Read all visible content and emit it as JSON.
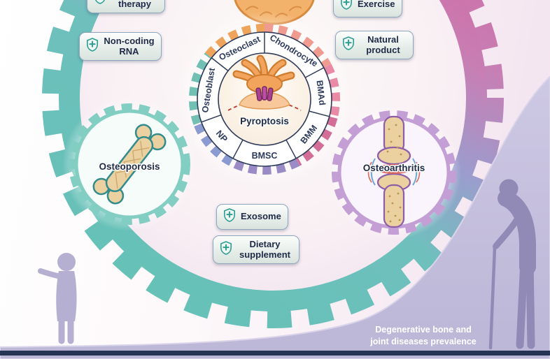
{
  "figure": {
    "caption_line1": "Degenerative bone and",
    "caption_line2": "joint diseases prevalence"
  },
  "badges": {
    "physical_therapy": "Physical therapy",
    "non_coding_rna": "Non-coding RNA",
    "exercise": "Exercise",
    "natural_product": "Natural product",
    "exosome": "Exosome",
    "dietary_supplement": "Dietary supplement"
  },
  "wheel": {
    "center_label": "Pyroptosis",
    "segments": [
      "Osteoclast",
      "Chondrocyte",
      "BMAd",
      "BMM",
      "BMSC",
      "NP",
      "Osteoblast"
    ]
  },
  "diseases": {
    "left_label": "Osteoporosis",
    "right_label": "Osteoarthritis"
  },
  "palette": {
    "gear_teal": "#64c1b6",
    "gear_purple": "#9c9ccd",
    "gear_magenta": "#d2679f",
    "curve_lavender": "#c3bedb",
    "baseline_navy": "#273352",
    "text_navy": "#24304f",
    "shield_green": "#2f9e92",
    "cell_orange": "#f2a45c",
    "pore_magenta": "#ad3f92",
    "osteoporosis_teal": "#82cec3",
    "osteoarthritis_purple": "#c39fd6",
    "bone_tan": "#ecd1a0"
  }
}
